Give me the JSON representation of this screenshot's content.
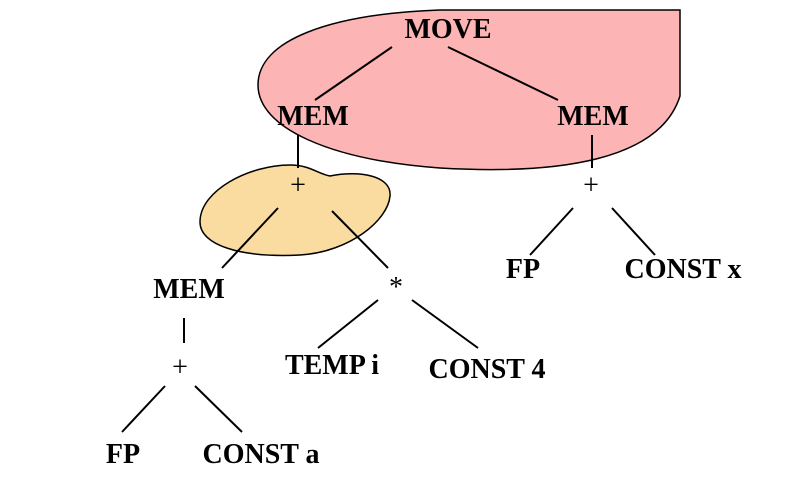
{
  "colors": {
    "move_tile_fill": "#fdb4b4",
    "add_tile_fill": "#fbdca0",
    "text": "#000000",
    "line": "#000000"
  },
  "nodes": {
    "move": "MOVE",
    "mem_left": "MEM",
    "mem_right": "MEM",
    "plus_left": "+",
    "plus_right": "+",
    "fp_right": "FP",
    "const_x": "CONST x",
    "mem_inner": "MEM",
    "times": "*",
    "plus_inner": "+",
    "temp_i": "TEMP i",
    "const_4": "CONST 4",
    "fp_bottom": "FP",
    "const_a": "CONST a"
  }
}
